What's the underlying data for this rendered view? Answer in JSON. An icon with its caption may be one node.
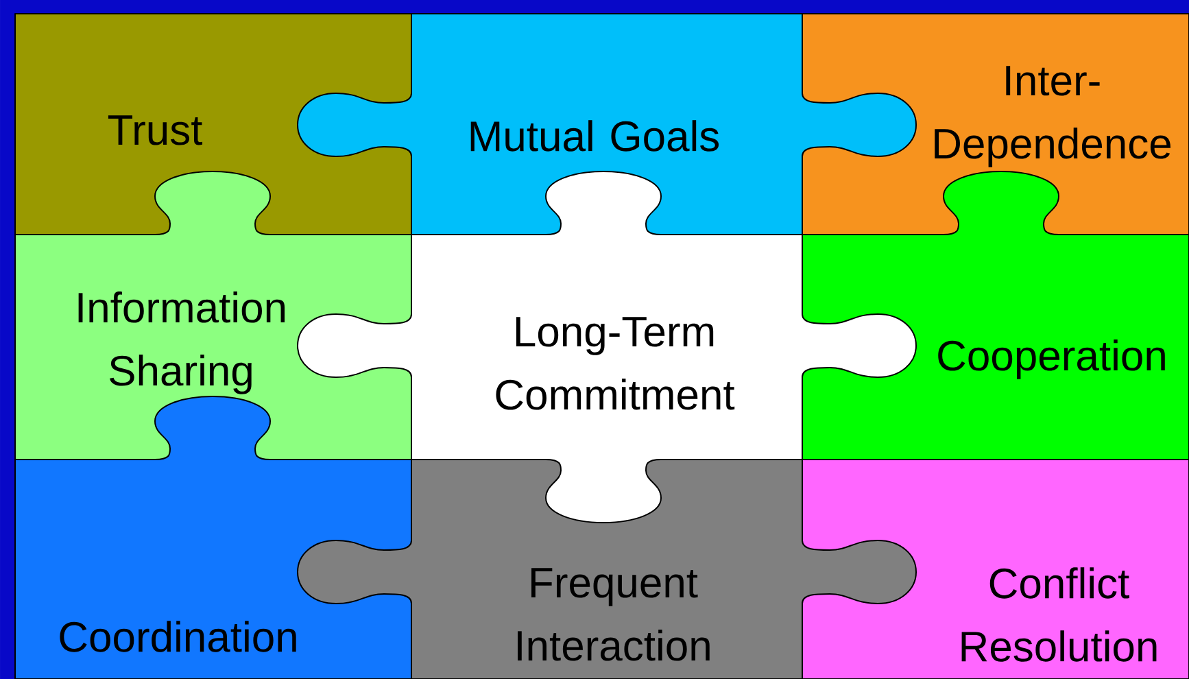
{
  "diagram": {
    "nodes": [
      {
        "text": [
          "Trust"
        ]
      },
      {
        "text": [
          "Mutual Goals"
        ]
      },
      {
        "text": [
          "Inter-Dependence"
        ]
      },
      {
        "text": [
          "Information Sharing"
        ]
      },
      {
        "text": [
          "Long-Term Commitment"
        ]
      },
      {
        "text": [
          "Cooperation"
        ]
      },
      {
        "text": [
          "Coordination"
        ]
      },
      {
        "text": [
          "Frequent Interaction"
        ]
      },
      {
        "text": [
          "Conflict Resolution"
        ]
      }
    ]
  }
}
